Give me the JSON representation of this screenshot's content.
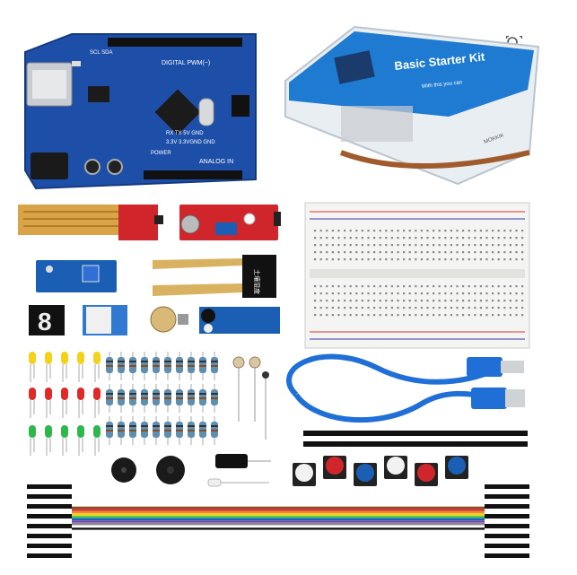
{
  "product": {
    "box_title": "Basic Starter Kit",
    "box_subtitle": "With this you can",
    "box_brand": "MOKKIK",
    "board_labels": {
      "digital": "DIGITAL PWM(~)",
      "analog": "ANALOG IN",
      "power": "POWER",
      "pins_top": "SCL SDA",
      "pins_mid": "RX  TX  5V  GND",
      "pins_bot": "3.3V 3.3VGND GND"
    },
    "relay_label": "土壤湿度"
  },
  "controls": {
    "zoom_icon": "zoom-lens-icon"
  },
  "colors": {
    "board": "#1d4fa8",
    "box_blue": "#1e7bd1",
    "module_red": "#d0262b",
    "module_blue": "#1a5fb4",
    "led_yellow": "#f3d21a",
    "led_red": "#e02a2a",
    "led_green": "#2fb84a",
    "cable": "#1f6fd6"
  }
}
